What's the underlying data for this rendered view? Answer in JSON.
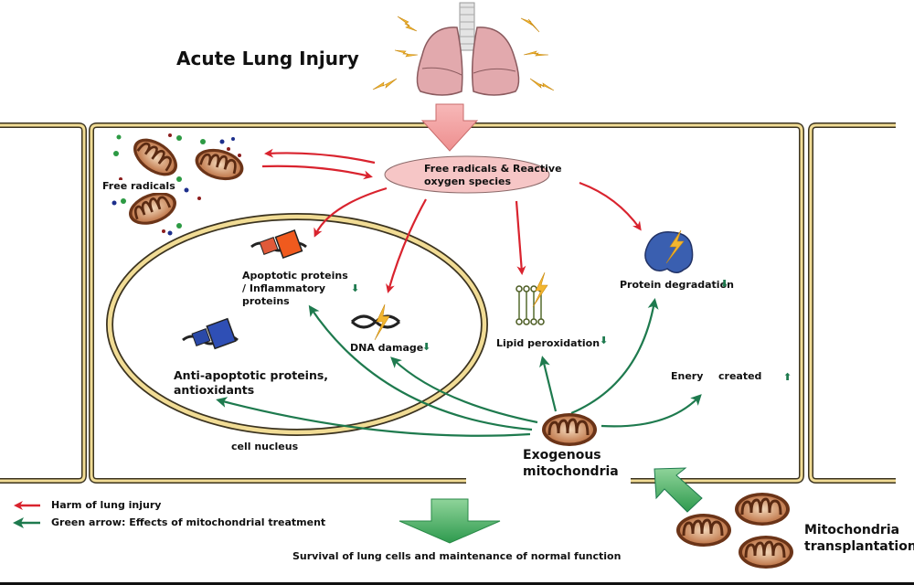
{
  "title": "Acute Lung Injury",
  "ros_bubble": {
    "line1": "Free radicals & Reactive",
    "line2": "oxygen species"
  },
  "free_radicals": "Free radicals",
  "nucleus": {
    "label": "cell nucleus",
    "apoptotic": {
      "line1": "Apoptotic proteins",
      "line2": "/ Inflammatory",
      "line3": "proteins",
      "trend": "down"
    },
    "dna": {
      "label": "DNA damage",
      "trend": "down"
    },
    "anti_apoptotic": {
      "line1": "Anti-apoptotic proteins,",
      "line2": "antioxidants"
    }
  },
  "lipid": {
    "label": "Lipid peroxidation",
    "trend": "down"
  },
  "protein": {
    "label": "Protein degradation",
    "trend": "down"
  },
  "energy": {
    "label_a": "Enery",
    "label_b": "created",
    "trend": "up"
  },
  "exogenous": {
    "line1": "Exogenous",
    "line2": "mitochondria"
  },
  "transplant": {
    "line1": "Mitochondria",
    "line2": "transplantation"
  },
  "outcome": "Survival of lung cells and maintenance of normal function",
  "legend": {
    "red": {
      "label": "Harm of lung injury",
      "color": "#d9232e"
    },
    "green": {
      "label": "Green arrow: Effects of mitochondrial treatment",
      "color": "#1e7a4e"
    }
  },
  "arrows": {
    "up": "⬆",
    "down": "⬇"
  }
}
